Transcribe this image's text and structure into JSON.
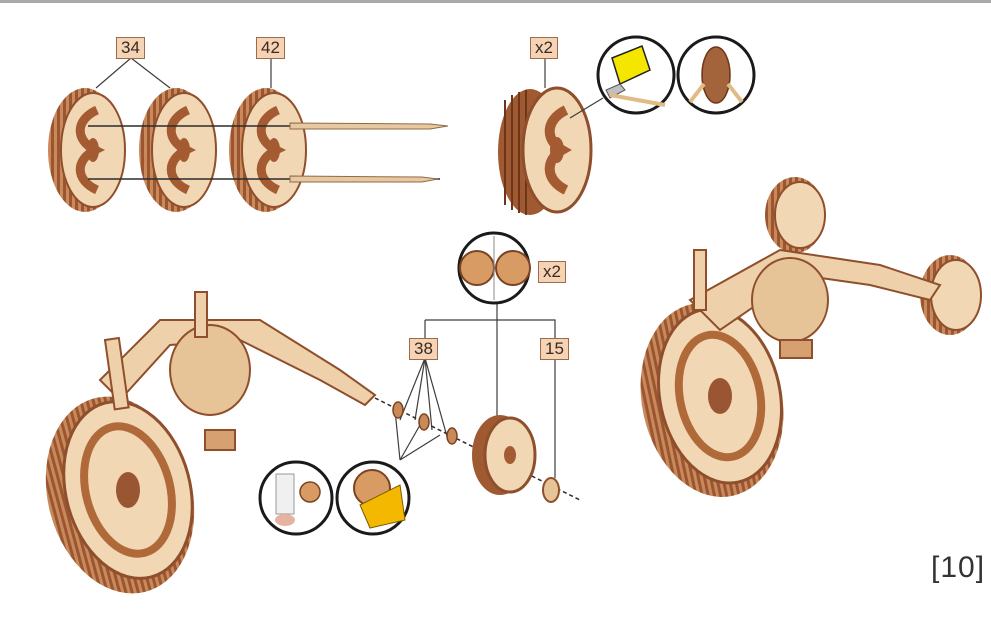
{
  "labels": {
    "qty_34": "34",
    "qty_42": "42",
    "qty_x2_wheel": "x2",
    "qty_x2_gear": "x2",
    "qty_38": "38",
    "qty_15": "15"
  },
  "page_number": "[10]",
  "colors": {
    "wood_light": "#f1d7b4",
    "wood_mid": "#d7a071",
    "wood_dark": "#8f4f2c",
    "label_bg": "#f6d3b5",
    "line": "#3d3d3d"
  }
}
